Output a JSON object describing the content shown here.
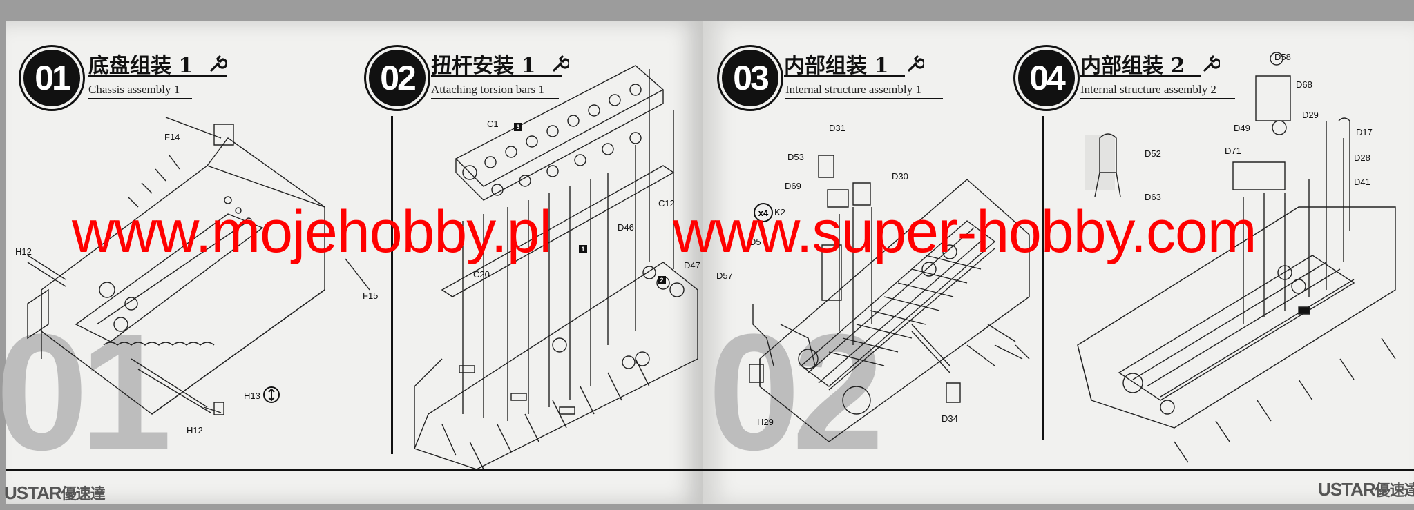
{
  "steps": [
    {
      "num": "01",
      "title_cn": "底盘组装 1",
      "title_en": "Chassis assembly 1",
      "labels": {
        "f14": "F14",
        "h12_left": "H12",
        "f15": "F15",
        "h13": "H13",
        "h12_bottom": "H12"
      }
    },
    {
      "num": "02",
      "title_cn": "扭杆安装 1",
      "title_en": "Attaching torsion bars 1",
      "labels": {
        "c1": "C1",
        "c12": "C12",
        "d46": "D46",
        "c20": "C20",
        "d47": "D47",
        "sq3": "3",
        "sq1": "1",
        "sq2": "2"
      }
    },
    {
      "num": "03",
      "title_cn": "内部组装 1",
      "title_en": "Internal structure assembly 1",
      "labels": {
        "d31": "D31",
        "d53": "D53",
        "d30": "D30",
        "d69": "D69",
        "k2": "K2",
        "x4": "x4",
        "d56": "D5",
        "d57": "D57",
        "h29": "H29",
        "d34": "D34"
      }
    },
    {
      "num": "04",
      "title_cn": "内部组装 2",
      "title_en": "Internal structure assembly 2",
      "labels": {
        "d58": "D58",
        "d68": "D68",
        "d29": "D29",
        "d49": "D49",
        "d17": "D17",
        "d71": "D71",
        "d52": "D52",
        "d28": "D28",
        "d41": "D41",
        "d63": "D63"
      }
    }
  ],
  "watermarks": {
    "left": "www.mojehobby.pl",
    "right": "www.super-hobby.com"
  },
  "brand": {
    "latin": "USTAR",
    "cn": "優速達"
  },
  "ghost_numbers": {
    "left": "01",
    "right": "02"
  },
  "colors": {
    "watermark": "#ff0000",
    "ink": "#111111",
    "paper": "#f1f1ef"
  }
}
